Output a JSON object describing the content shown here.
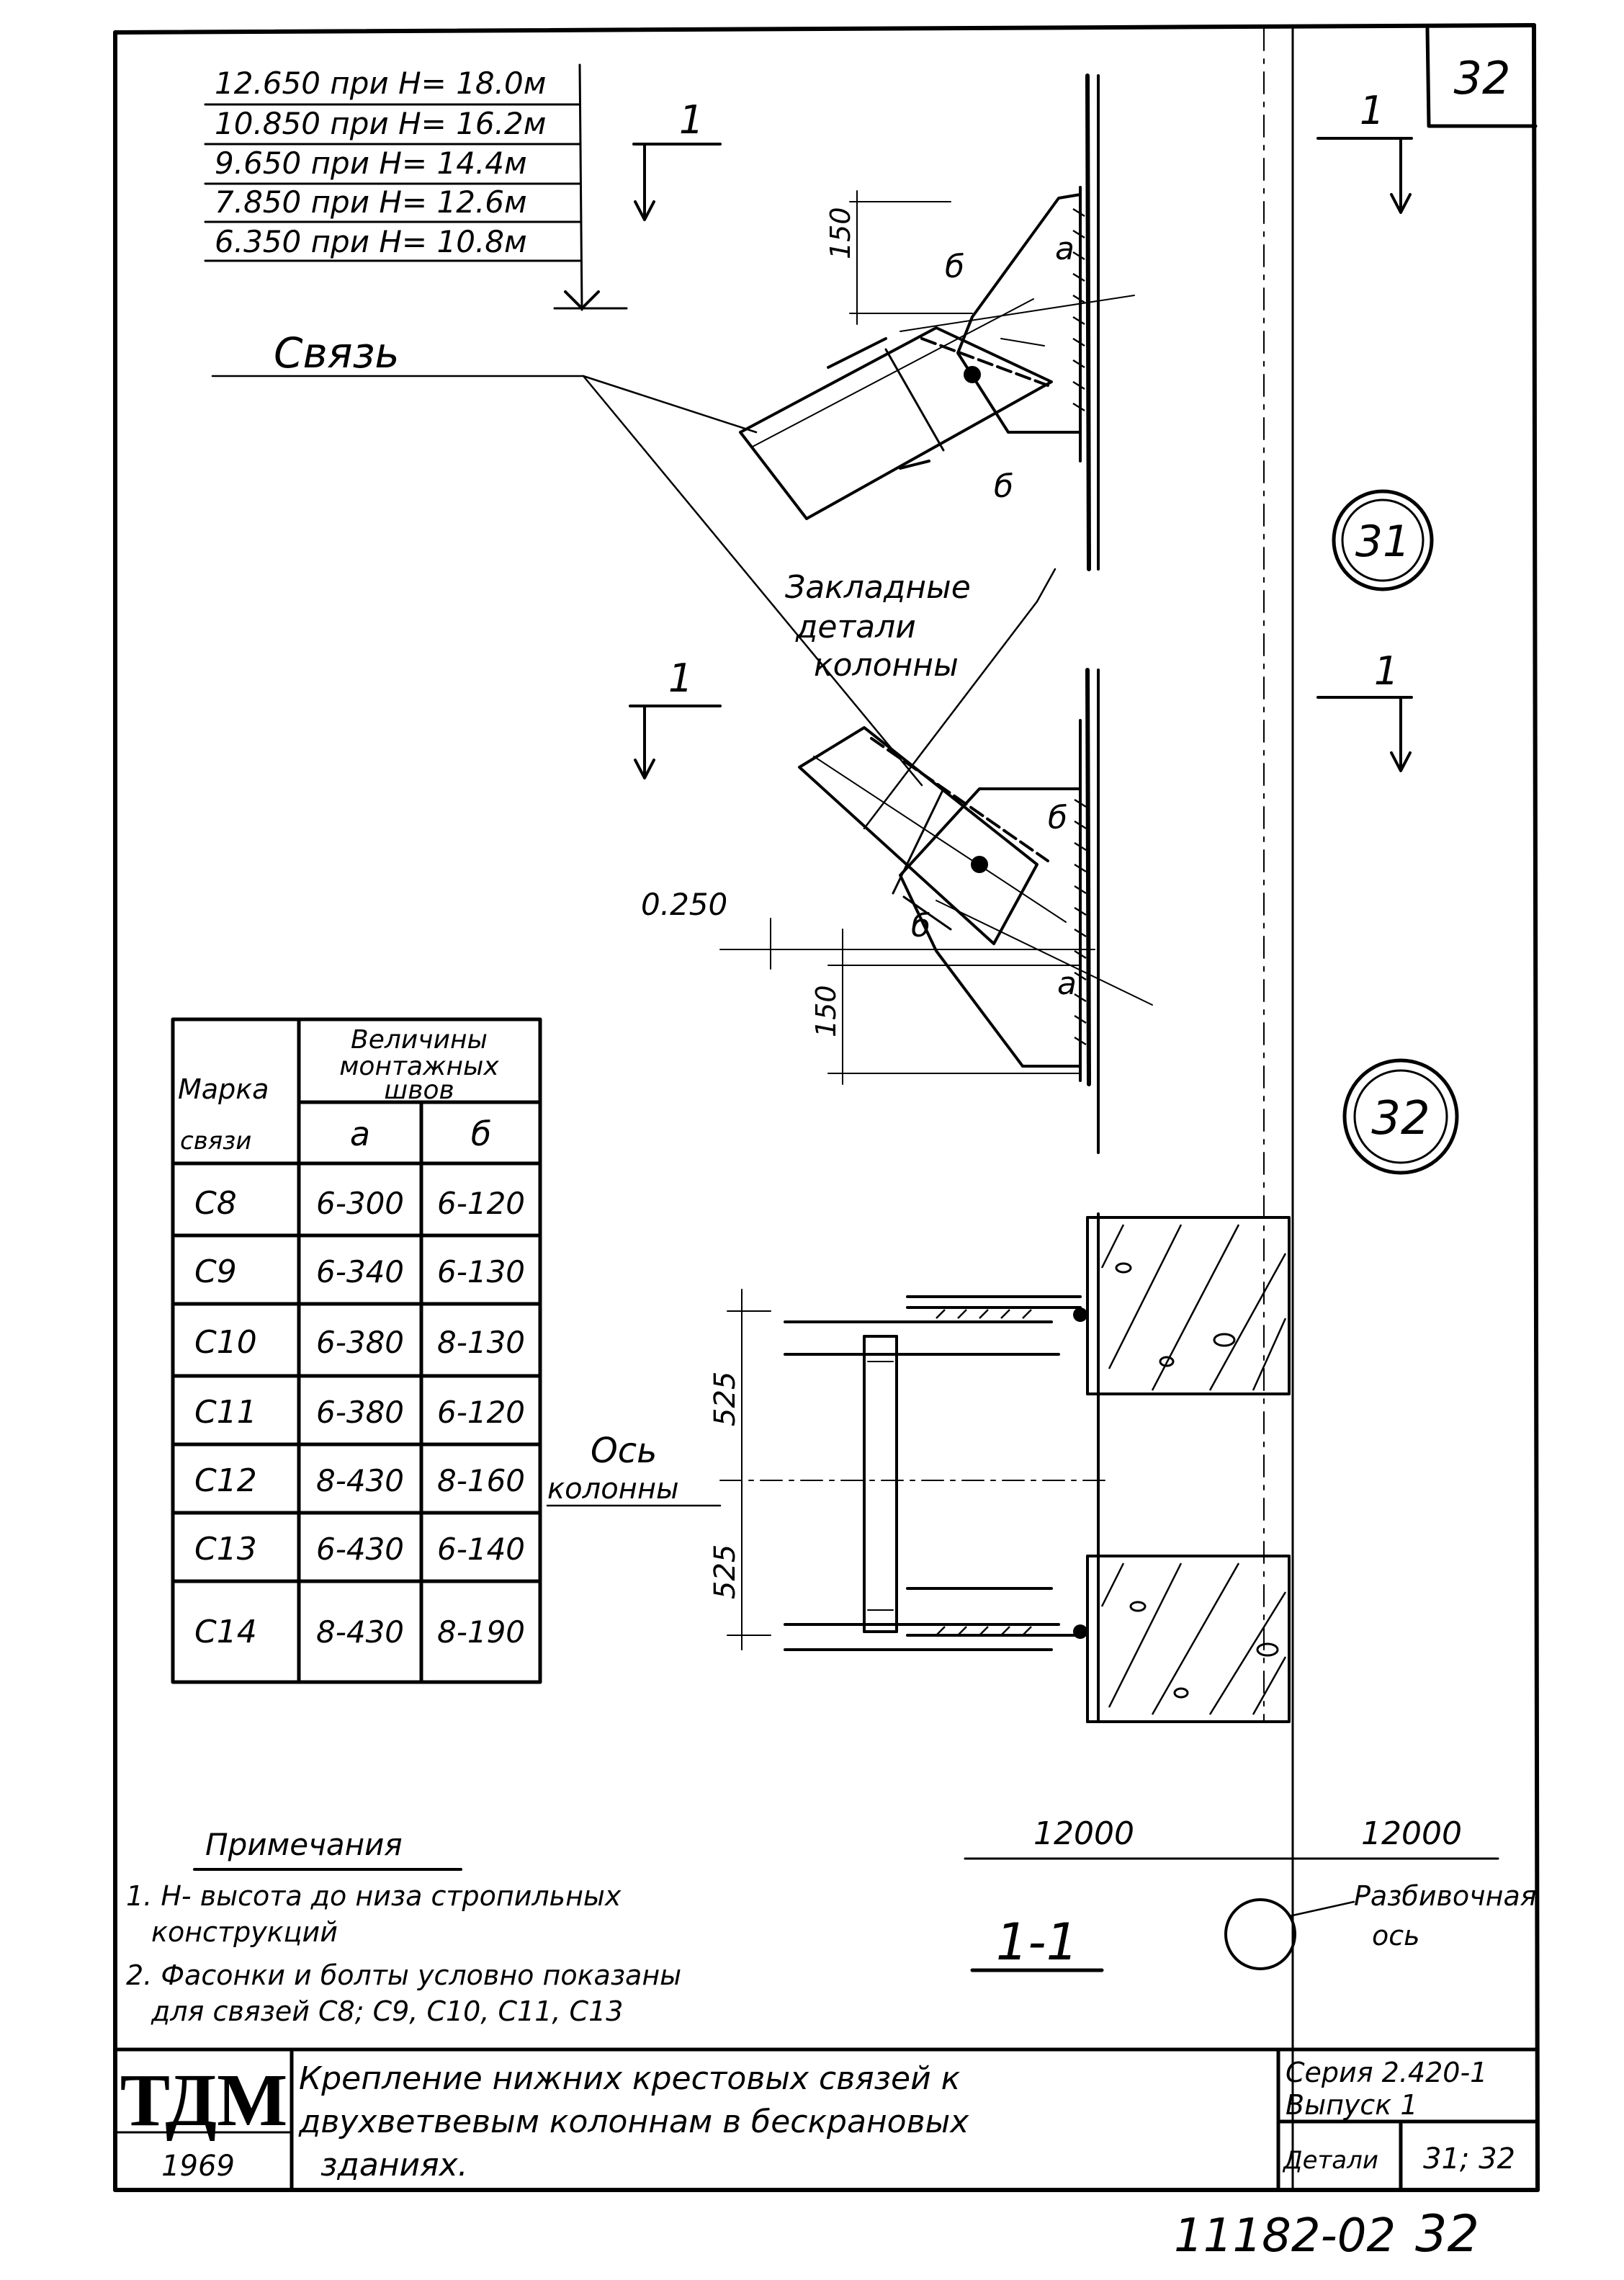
{
  "sheet": {
    "page_number": "32",
    "bottom_code": "11182-02",
    "bottom_page": "32"
  },
  "elevations": [
    "12.650 при H= 18.0м",
    "10.850 при H= 16.2м",
    "9.650 при H= 14.4м",
    "7.850 при H= 12.6м",
    "6.350 при H= 10.8м"
  ],
  "labels": {
    "svyaz": "Связь",
    "zakladnye_1": "Закладные",
    "zakladnye_2": "детали",
    "zakladnye_3": "колонны",
    "os_1": "Ось",
    "os_2": "колонны",
    "razbivochnaya_1": "Разбивочная",
    "razbivochnaya_2": "ось",
    "section_1_1": "1-1",
    "cut_mark": "1",
    "detail_31": "31",
    "detail_32": "32",
    "dim_150_top": "150",
    "dim_150_bot": "150",
    "dim_0250": "0.250",
    "dim_525_top": "525",
    "dim_525_bot": "525",
    "dim_12000_left": "12000",
    "dim_12000_right": "12000",
    "weld_a": "а",
    "weld_b": "б"
  },
  "table": {
    "header_mark": "Марка",
    "header_mark2": "связи",
    "header_welds": [
      "Величины",
      "монтажных",
      "швов"
    ],
    "col_a": "а",
    "col_b": "б",
    "rows": [
      {
        "mark": "С8",
        "a": "6-300",
        "b": "6-120"
      },
      {
        "mark": "С9",
        "a": "6-340",
        "b": "6-130"
      },
      {
        "mark": "С10",
        "a": "6-380",
        "b": "8-130"
      },
      {
        "mark": "С11",
        "a": "6-380",
        "b": "6-120"
      },
      {
        "mark": "С12",
        "a": "8-430",
        "b": "8-160"
      },
      {
        "mark": "С13",
        "a": "6-430",
        "b": "6-140"
      },
      {
        "mark": "С14",
        "a": "8-430",
        "b": "8-190"
      }
    ]
  },
  "notes": {
    "title": "Примечания",
    "lines": [
      "1. H- высота до низа стропильных",
      "конструкций",
      "2. Фасонки и болты условно показаны",
      "для связей С8; С9, С10, С11, С13"
    ]
  },
  "title_block": {
    "logo": "ТДМ",
    "year": "1969",
    "title_lines": [
      "Крепление нижних крестовых связей к",
      "двухветвевым колоннам в бескрановых",
      "зданиях."
    ],
    "series_1": "Серия 2.420-1",
    "series_2": "Выпуск 1",
    "details_label": "Детали",
    "details_value": "31; 32"
  }
}
